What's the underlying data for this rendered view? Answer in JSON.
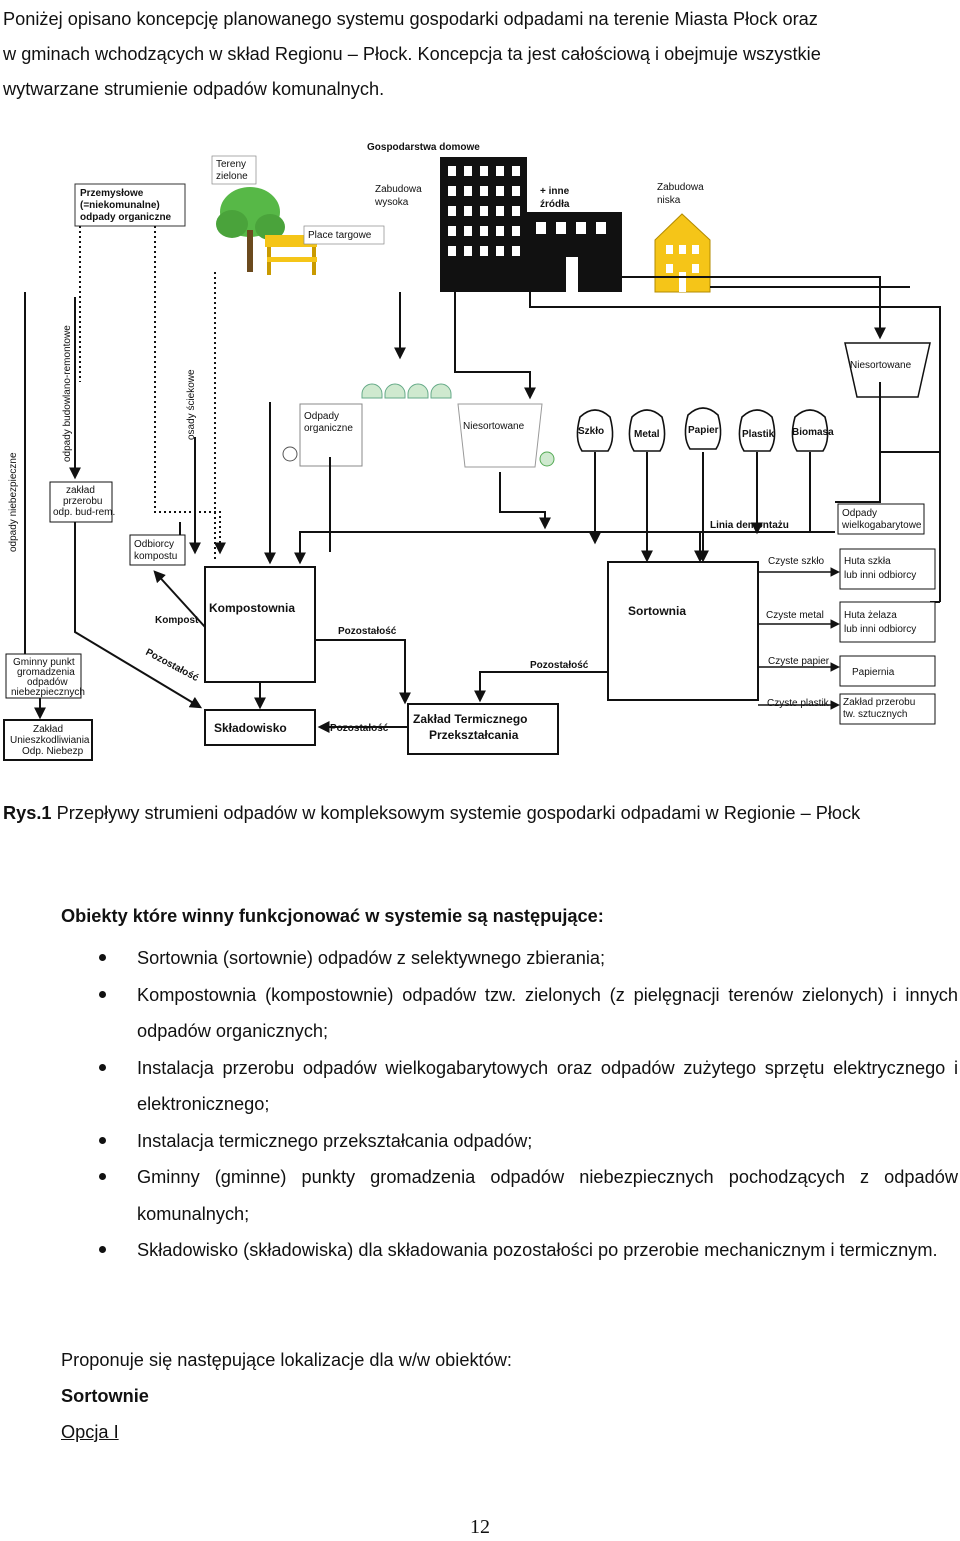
{
  "intro": {
    "line1": "Poniżej opisano koncepcję planowanego systemu gospodarki odpadami na terenie Miasta Płock oraz",
    "line2": "w gminach wchodzących w skład Regionu – Płock. Koncepcja ta jest całościową i obejmuje wszystkie",
    "line3": "wytwarzane strumienie odpadów komunalnych."
  },
  "diagram": {
    "households": "Gospodarstwa domowe",
    "green_areas_1": "Tereny",
    "green_areas_2": "zielone",
    "industrial_1": "Przemysłowe",
    "industrial_2": "(=niekomunalne)",
    "industrial_3": "odpady organiczne",
    "high_build_1": "Zabudowa",
    "high_build_2": "wysoka",
    "other_src_1": "+ inne",
    "other_src_2": "źródła",
    "low_build_1": "Zabudowa",
    "low_build_2": "niska",
    "markets": "Place targowe",
    "unsorted_right": "Niesortowane",
    "organic_1": "Odpady",
    "organic_2": "organiczne",
    "unsorted_mid": "Niesortowane",
    "bag_glass": "Szkło",
    "bag_metal": "Metal",
    "bag_paper": "Papier",
    "bag_plastic": "Plastik",
    "bag_biomass": "Biomasa",
    "construction_waste": "odpady budowlano-remontowe",
    "sewage": "osady ściekowe",
    "hazardous": "odpady niebezpieczne",
    "construction_plant_1": "zakład",
    "construction_plant_2": "przerobu",
    "construction_plant_3": "odp. bud-rem.",
    "compost_buyers_1": "Odbiorcy",
    "compost_buyers_2": "kompostu",
    "dismantling": "Linia demontażu",
    "bulky_1": "Odpady",
    "bulky_2": "wielkogabarytowe",
    "clean_glass": "Czyste szkło",
    "glassworks_1": "Huta szkła",
    "glassworks_2": "lub inni odbiorcy",
    "clean_metal": "Czyste metal",
    "ironworks_1": "Huta żelaza",
    "ironworks_2": "lub inni odbiorcy",
    "clean_paper": "Czyste papier",
    "papermill": "Papiernia",
    "clean_plastic": "Czyste plastik",
    "plastics_plant_1": "Zakład przerobu",
    "plastics_plant_2": "tw. sztucznych",
    "composting_plant": "Kompostownia",
    "compost_out": "Kompost",
    "sorting_plant": "Sortownia",
    "residue_1": "Pozostałość",
    "residue_2": "Pozostałość",
    "residue_3": "Pozostałość",
    "residue_4": "Pozostałość",
    "hazard_point_1": "Gminny punkt",
    "hazard_point_2": "gromadzenia",
    "hazard_point_3": "odpadów",
    "hazard_point_4": "niebezpiecznych",
    "neutralization_1": "Zakład",
    "neutralization_2": "Unieszkodliwiania",
    "neutralization_3": "Odp. Niebezp",
    "landfill": "Składowisko",
    "thermal_1": "Zakład Termicznego",
    "thermal_2": "Przekształcania"
  },
  "caption": {
    "lead": "Rys.1",
    "text": " Przepływy strumieni odpadów w kompleksowym systemie gospodarki odpadami w Regionie – Płock"
  },
  "objects_heading": "Obiekty które winny funkcjonować w systemie są następujące:",
  "objects": [
    "Sortownia (sortownie) odpadów z selektywnego zbierania;",
    "Kompostownia (kompostownie) odpadów tzw. zielonych (z pielęgnacji terenów zielonych) i innych odpadów organicznych;",
    "Instalacja przerobu odpadów wielkogabarytowych oraz odpadów zużytego sprzętu elektrycznego i elektronicznego;",
    "Instalacja termicznego przekształcania odpadów;",
    "Gminny (gminne) punkty gromadzenia odpadów niebezpiecznych pochodzących z odpadów komunalnych;",
    "Składowisko (składowiska) dla składowania pozostałości po przerobie mechanicznym i termicznym."
  ],
  "proposal": "Proponuje się następujące lokalizacje dla w/w obiektów:",
  "sortownie": "Sortownie",
  "opcja": "Opcja I",
  "page_number": "12",
  "colors": {
    "tree": "#57b847",
    "yellow": "#f5c518",
    "building": "#111111"
  }
}
